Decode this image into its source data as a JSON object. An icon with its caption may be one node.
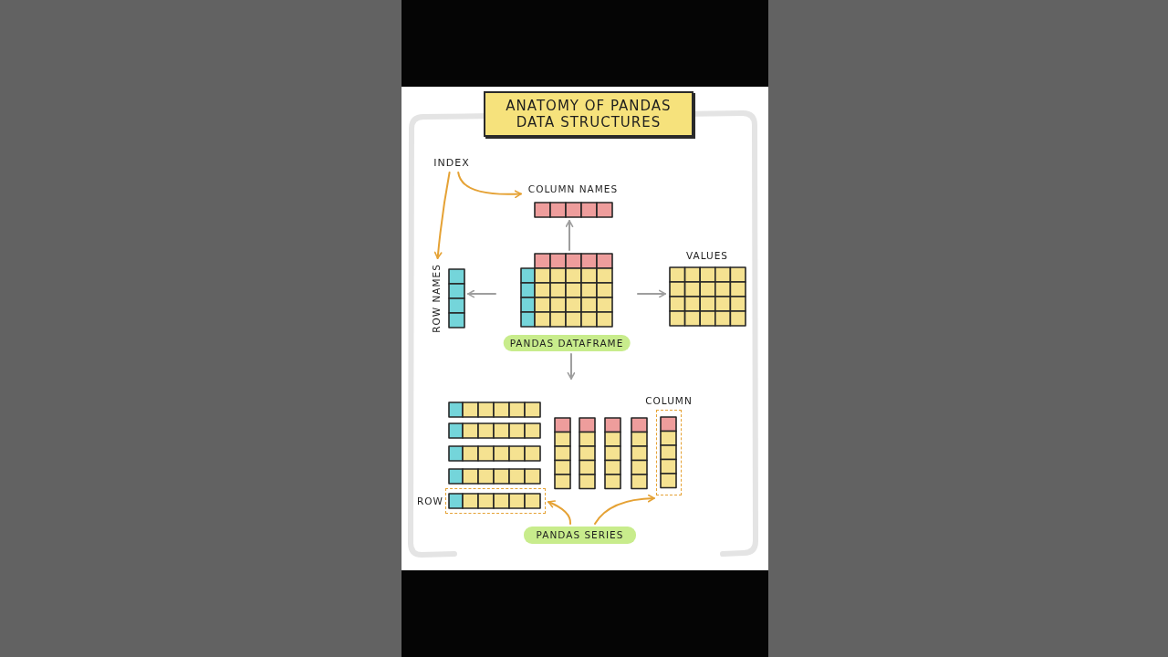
{
  "diagram": {
    "title": "ANATOMY OF PANDAS DATA STRUCTURES",
    "nodes": [
      {
        "text": [
          "INDEX"
        ]
      },
      {
        "text": [
          "COLUMN NAMES"
        ]
      },
      {
        "text": [
          "ROW NAMES"
        ]
      },
      {
        "text": [
          "PANDAS DATAFRAME"
        ]
      },
      {
        "text": [
          "VALUES"
        ]
      },
      {
        "text": [],
        "shape": "bar"
      },
      {
        "text": [],
        "shape": "bar"
      },
      {
        "text": [],
        "shape": "bar"
      },
      {
        "text": [],
        "shape": "bar"
      },
      {
        "text": [
          "ROW"
        ]
      },
      {
        "text": [],
        "shape": "bar"
      },
      {
        "text": [],
        "shape": "bar"
      },
      {
        "text": [],
        "shape": "bar"
      },
      {
        "text": [],
        "shape": "bar"
      },
      {
        "text": [
          "COLUMN"
        ]
      },
      {
        "text": [
          "PANDAS SERIES"
        ]
      }
    ],
    "edges": [
      {
        "from": 0,
        "to": 1,
        "arrow": "to",
        "color": "#e5a235"
      },
      {
        "from": 0,
        "to": 2,
        "arrow": "to",
        "color": "#e5a235"
      },
      {
        "from": 3,
        "to": 1,
        "arrow": "to",
        "color": "#9e9e9e"
      },
      {
        "from": 3,
        "to": 2,
        "arrow": "to",
        "color": "#9e9e9e"
      },
      {
        "from": 3,
        "to": 4,
        "arrow": "to",
        "color": "#9e9e9e"
      },
      {
        "from": 3,
        "to": null,
        "arrow": "to",
        "color": "#9e9e9e"
      },
      {
        "from": 15,
        "to": 9,
        "arrow": "to",
        "color": "#e5a235"
      },
      {
        "from": 15,
        "to": 14,
        "arrow": "to",
        "color": "#e5a235"
      }
    ]
  }
}
